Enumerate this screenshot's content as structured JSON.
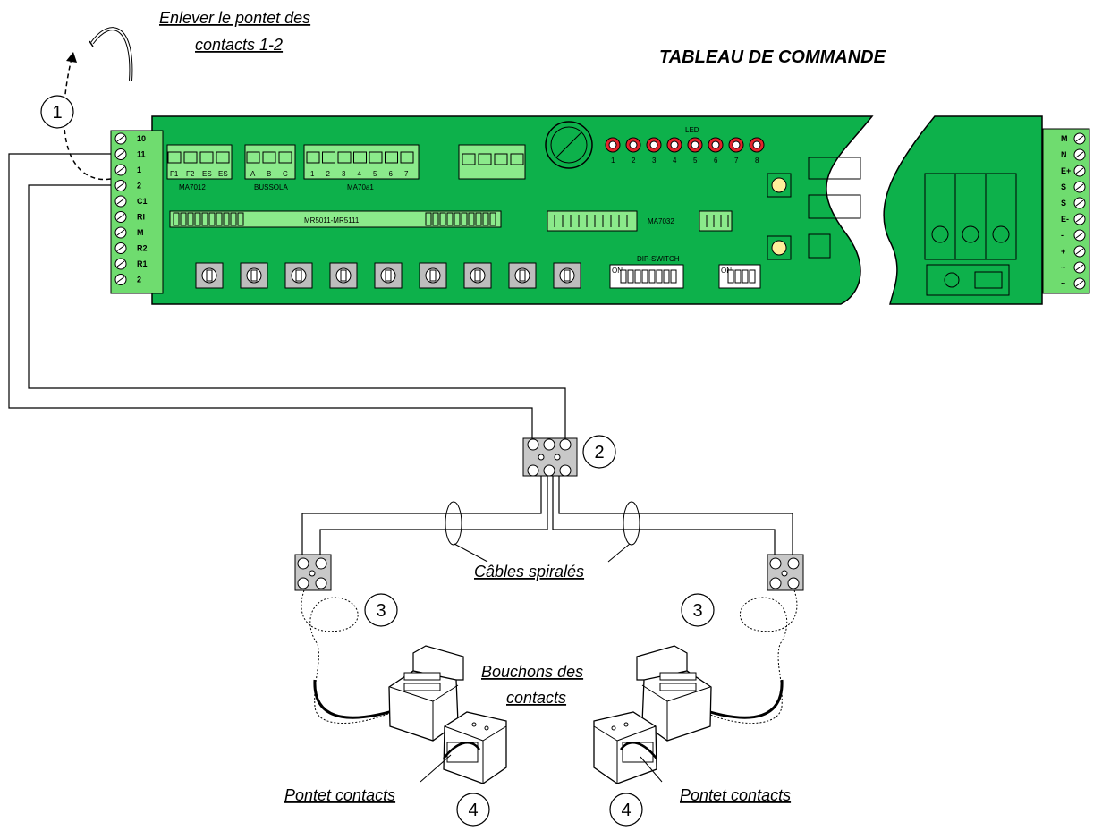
{
  "title": "TABLEAU DE COMMANDE",
  "labels": {
    "remove_bridge_line1": "Enlever le pontet des",
    "remove_bridge_line2": "contacts 1-2",
    "spiral_cables": "Câbles spiralés",
    "plugs_line1": "Bouchons des",
    "plugs_line2": "contacts",
    "bridge_left": "Pontet contacts",
    "bridge_right": "Pontet contacts"
  },
  "callouts": [
    "1",
    "2",
    "3",
    "3",
    "4",
    "4"
  ],
  "left_terminals": [
    "10",
    "11",
    "1",
    "2",
    "C1",
    "RI",
    "M",
    "R2",
    "R1",
    "2"
  ],
  "right_terminals": [
    "M",
    "N",
    "E+",
    "S",
    "S",
    "E-",
    "-",
    "+",
    "~",
    "~"
  ],
  "board": {
    "conn1_pins": [
      "F1",
      "F2",
      "ES",
      "ES"
    ],
    "conn1_name": "MA7012",
    "conn2_pins": [
      "A",
      "B",
      "C"
    ],
    "conn2_name": "BUSSOLA",
    "conn3_pins": [
      "1",
      "2",
      "3",
      "4",
      "5",
      "6",
      "7"
    ],
    "conn3_name": "MA70a1",
    "strip_name": "MR5011-MR5111",
    "led_title": "LED",
    "leds": [
      "1",
      "2",
      "3",
      "4",
      "5",
      "6",
      "7",
      "8"
    ],
    "chip_name": "MA7032",
    "dip_name": "DIP-SWITCH",
    "dip_on": "ON"
  },
  "colors": {
    "board": "#0db14b",
    "terminal_block": "#6fdc6f",
    "led": "#e3242b"
  }
}
